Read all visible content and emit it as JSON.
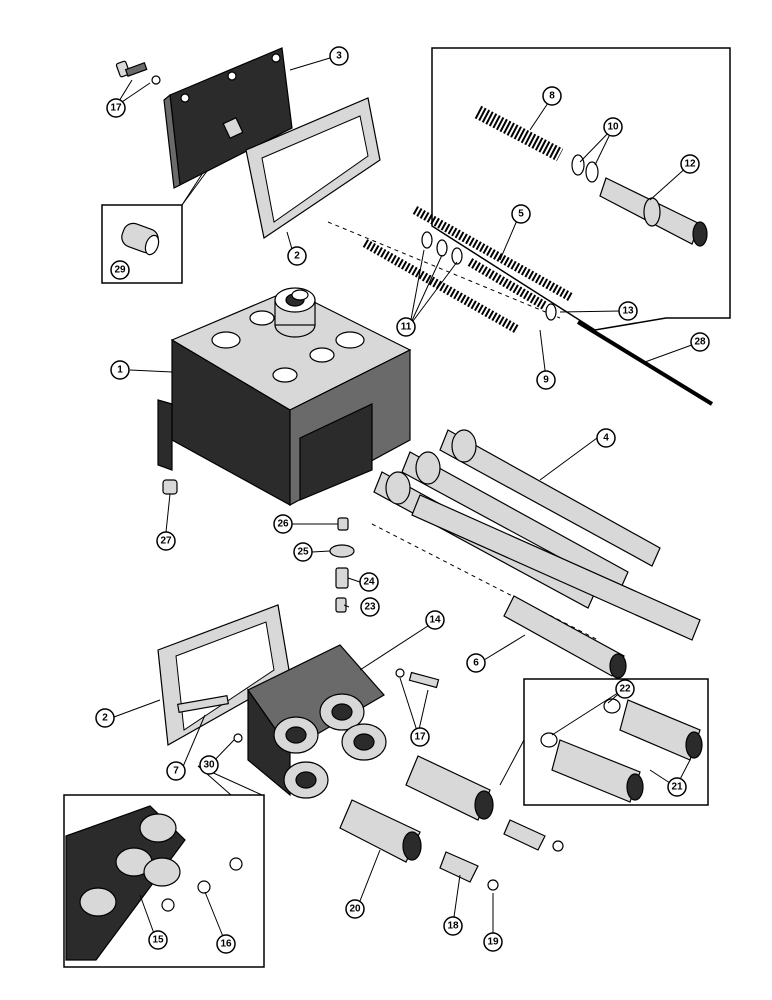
{
  "callouts": [
    {
      "id": "c1",
      "label": "1"
    },
    {
      "id": "c2a",
      "label": "2"
    },
    {
      "id": "c2b",
      "label": "2"
    },
    {
      "id": "c3",
      "label": "3"
    },
    {
      "id": "c4",
      "label": "4"
    },
    {
      "id": "c5",
      "label": "5"
    },
    {
      "id": "c6",
      "label": "6"
    },
    {
      "id": "c7",
      "label": "7"
    },
    {
      "id": "c8",
      "label": "8"
    },
    {
      "id": "c9",
      "label": "9"
    },
    {
      "id": "c10",
      "label": "10"
    },
    {
      "id": "c11",
      "label": "11"
    },
    {
      "id": "c12",
      "label": "12"
    },
    {
      "id": "c13",
      "label": "13"
    },
    {
      "id": "c14",
      "label": "14"
    },
    {
      "id": "c15",
      "label": "15"
    },
    {
      "id": "c16",
      "label": "16"
    },
    {
      "id": "c17a",
      "label": "17"
    },
    {
      "id": "c17b",
      "label": "17"
    },
    {
      "id": "c18",
      "label": "18"
    },
    {
      "id": "c19",
      "label": "19"
    },
    {
      "id": "c20",
      "label": "20"
    },
    {
      "id": "c21",
      "label": "21"
    },
    {
      "id": "c22",
      "label": "22"
    },
    {
      "id": "c23",
      "label": "23"
    },
    {
      "id": "c24",
      "label": "24"
    },
    {
      "id": "c25",
      "label": "25"
    },
    {
      "id": "c26",
      "label": "26"
    },
    {
      "id": "c27",
      "label": "27"
    },
    {
      "id": "c28",
      "label": "28"
    },
    {
      "id": "c29",
      "label": "29"
    },
    {
      "id": "c30",
      "label": "30"
    }
  ]
}
